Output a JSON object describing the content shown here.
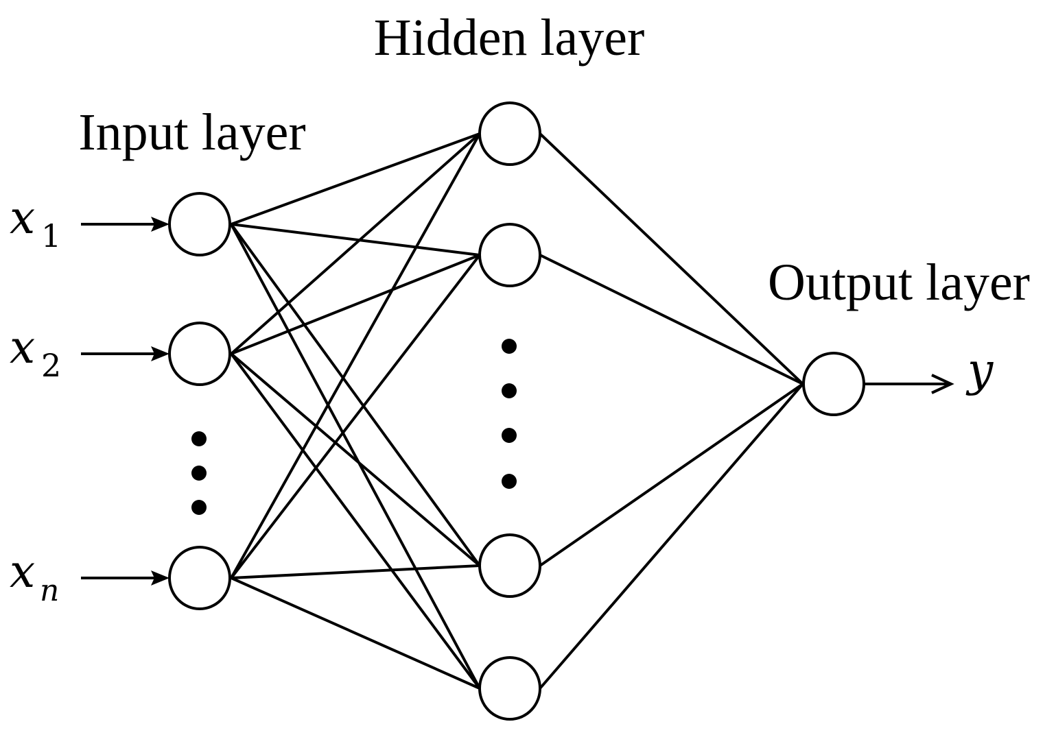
{
  "labels": {
    "input_layer": "Input layer",
    "hidden_layer": "Hidden layer",
    "output_layer": "Output layer"
  },
  "inputs": [
    {
      "symbol": "x",
      "subscript": "1"
    },
    {
      "symbol": "x",
      "subscript": "2"
    },
    {
      "symbol": "x",
      "subscript": "n"
    }
  ],
  "output": {
    "symbol": "y"
  },
  "colors": {
    "stroke": "#000000",
    "background": "#ffffff"
  }
}
